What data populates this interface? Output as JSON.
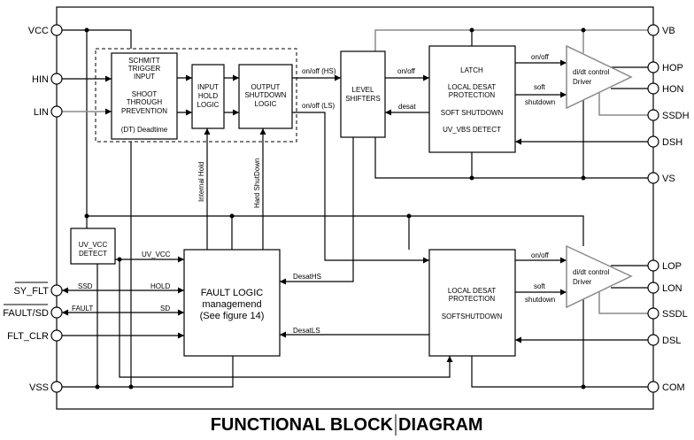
{
  "title": "FUNCTIONAL BLOCK DIAGRAM",
  "title_parts": [
    "FUNCTIONAL BLOCK",
    "DIAGRAM"
  ],
  "pins_left": {
    "vcc": "VCC",
    "hin": "HIN",
    "lin": "LIN",
    "sy_flt": "SY_FLT",
    "fault_sd": "FAULT/SD",
    "flt_clr": "FLT_CLR",
    "vss": "VSS"
  },
  "pins_right": {
    "vb": "VB",
    "hop": "HOP",
    "hon": "HON",
    "ssdh": "SSDH",
    "dsh": "DSH",
    "vs": "VS",
    "lop": "LOP",
    "lon": "LON",
    "ssdl": "SSDL",
    "dsl": "DSL",
    "com": "COM"
  },
  "blocks": {
    "schmitt": [
      "SCHMITT",
      "TRIGGER",
      "INPUT",
      "SHOOT",
      "THROUGH",
      "PREVENTION",
      "(DT) Deadtime"
    ],
    "input_hold": [
      "INPUT",
      "HOLD",
      "LOGIC"
    ],
    "output_shutdown": [
      "OUTPUT",
      "SHUTDOWN",
      "LOGIC"
    ],
    "level_shifters": [
      "LEVEL",
      "SHIFTERS"
    ],
    "latch": [
      "LATCH",
      "LOCAL DESAT",
      "PROTECTION",
      "SOFT SHUTDOWN",
      "UV_VBS DETECT"
    ],
    "low_desat": [
      "LOCAL DESAT",
      "PROTECTION",
      "SOFTSHUTDOWN"
    ],
    "uv_vcc": [
      "UV_VCC",
      "DETECT"
    ],
    "fault_logic": [
      "FAULT LOGIC",
      "managemend",
      "(See figure 14)"
    ],
    "driver": [
      "di/dt control",
      "Driver"
    ]
  },
  "signals": {
    "on_off_hs": "on/off (HS)",
    "on_off_ls": "on/off (LS)",
    "on_off": "on/off",
    "desat": "desat",
    "soft": "soft",
    "shutdown": "shutdown",
    "internal_hold": "Internal Hold",
    "hard_shutdown": "Hard ShutDown",
    "uv_vcc": "UV_VCC",
    "ssd": "SSD",
    "hold": "HOLD",
    "fault": "FAULT",
    "sd": "SD",
    "desat_hs": "DesatHS",
    "desat_ls": "DesatLS"
  }
}
